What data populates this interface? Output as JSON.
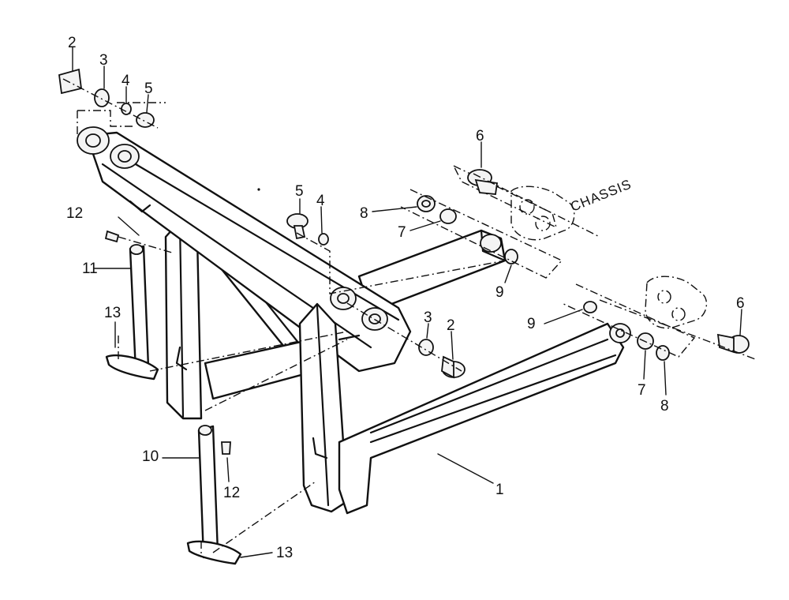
{
  "diagram": {
    "callouts": [
      "1",
      "2",
      "2",
      "3",
      "3",
      "4",
      "4",
      "5",
      "5",
      "6",
      "6",
      "7",
      "7",
      "8",
      "8",
      "9",
      "9",
      "10",
      "11",
      "12",
      "12",
      "13",
      "13"
    ],
    "annotation": "CHASSIS"
  }
}
